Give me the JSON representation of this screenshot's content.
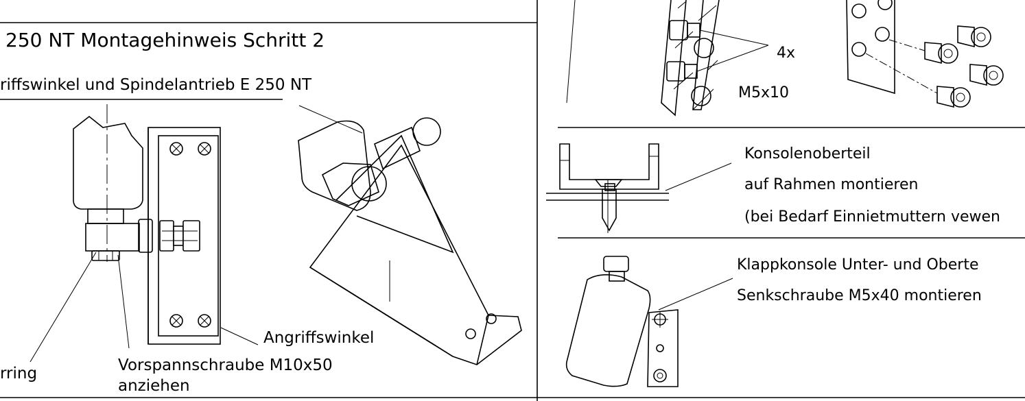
{
  "left_panel": {
    "title": "250 NT Montagehinweis Schritt 2",
    "subtitle": "riffswinkel und Spindelantrieb E 250 NT",
    "labels": {
      "angriffswinkel": "Angriffswinkel",
      "vorspann_line1": "Vorspannschraube M10x50",
      "vorspann_line2": "anziehen",
      "ring": "rring"
    }
  },
  "right_panel": {
    "screw_count": "4x",
    "screw_size": "M5x10",
    "konsole_line1": "Konsolenoberteil",
    "konsole_line2": "auf Rahmen montieren",
    "konsole_line3": "(bei Bedarf Einnietmuttern vewen",
    "klapp_line1": "Klappkonsole Unter- und Oberte",
    "klapp_line2": "Senkschraube M5x40 montieren"
  }
}
